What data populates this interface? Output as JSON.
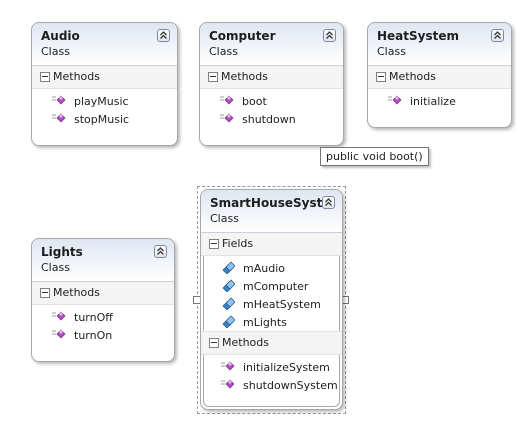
{
  "classes": {
    "audio": {
      "name": "Audio",
      "stereotype": "Class",
      "methods_label": "Methods",
      "methods": [
        "playMusic",
        "stopMusic"
      ]
    },
    "computer": {
      "name": "Computer",
      "stereotype": "Class",
      "methods_label": "Methods",
      "methods": [
        "boot",
        "shutdown"
      ]
    },
    "heatsystem": {
      "name": "HeatSystem",
      "stereotype": "Class",
      "methods_label": "Methods",
      "methods": [
        "initialize"
      ]
    },
    "lights": {
      "name": "Lights",
      "stereotype": "Class",
      "methods_label": "Methods",
      "methods": [
        "turnOff",
        "turnOn"
      ]
    },
    "smarthouse": {
      "name": "SmartHouseSyst...",
      "stereotype": "Class",
      "fields_label": "Fields",
      "fields": [
        "mAudio",
        "mComputer",
        "mHeatSystem",
        "mLights"
      ],
      "methods_label": "Methods",
      "methods": [
        "initializeSystem",
        "shutdownSystem"
      ]
    }
  },
  "tooltip": {
    "text": "public void boot()"
  },
  "icons": {
    "method": "method-icon",
    "field": "field-icon",
    "collapse": "chevron-up-icon",
    "section_toggle": "minus-box-icon"
  },
  "colors": {
    "header_gradient_top": "#dfe6f2",
    "method_icon": "#b04fc4",
    "field_icon": "#3b82c8"
  }
}
